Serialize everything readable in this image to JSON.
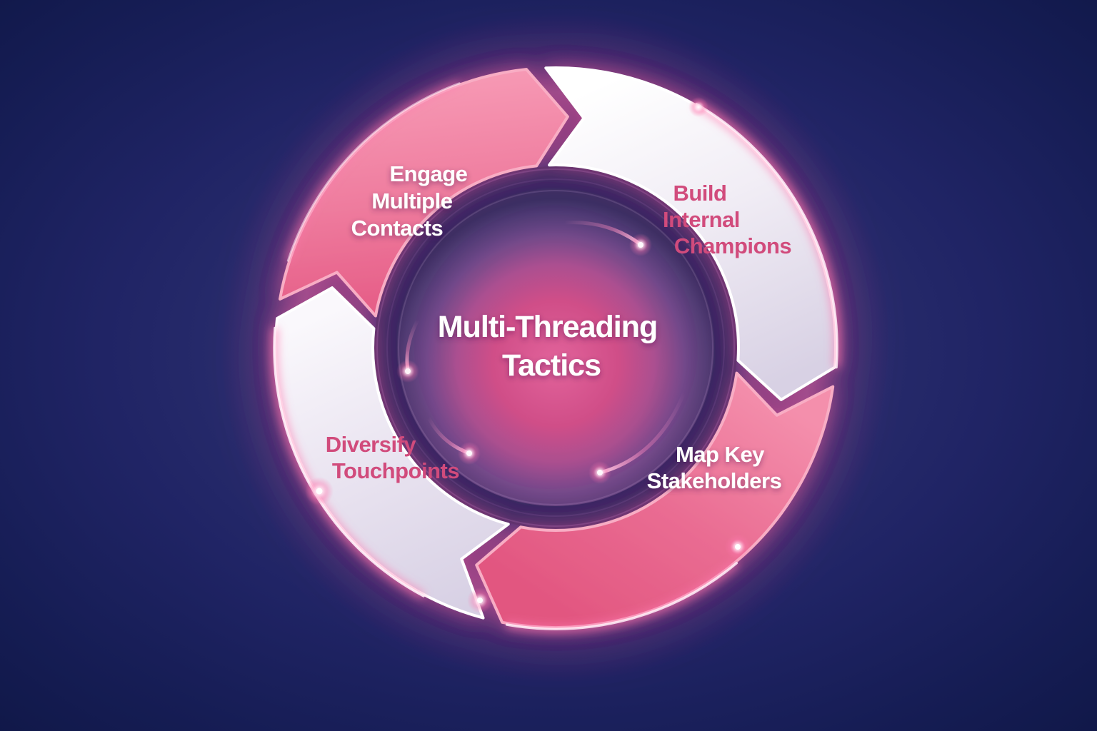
{
  "title": {
    "text": "Multi-Threading Tactics",
    "lines": [
      "Multi-Threading",
      "Tactics"
    ]
  },
  "cycle": {
    "type": "cycle-diagram",
    "direction": "clockwise",
    "step_count": 4,
    "steps": [
      {
        "label": "Engage Multiple Contacts",
        "lines": [
          "Engage",
          "Multiple",
          "Contacts"
        ],
        "position": "top-left",
        "segment_color": "pink",
        "text_color": "white"
      },
      {
        "label": "Build Internal Champions",
        "lines": [
          "Build",
          "Internal",
          "Champions"
        ],
        "position": "top-right",
        "segment_color": "light",
        "text_color": "pink"
      },
      {
        "label": "Map Key Stakeholders",
        "lines": [
          "Map Key",
          "Stakeholders"
        ],
        "position": "bottom-right",
        "segment_color": "pink",
        "text_color": "white"
      },
      {
        "label": "Diversify Touchpoints",
        "lines": [
          "Diversify",
          "Touchpoints"
        ],
        "position": "bottom-left",
        "segment_color": "light",
        "text_color": "pink"
      }
    ]
  },
  "colors": {
    "background_navy": "#131c52",
    "segment_pink": "#e95d89",
    "segment_light": "#ece7f2",
    "label_pink": "#d14b7c",
    "label_white": "#ffffff",
    "center_glow_pink": "#d5528b",
    "center_purple": "#5b4a86",
    "glow_accent": "#ff5c9d"
  }
}
